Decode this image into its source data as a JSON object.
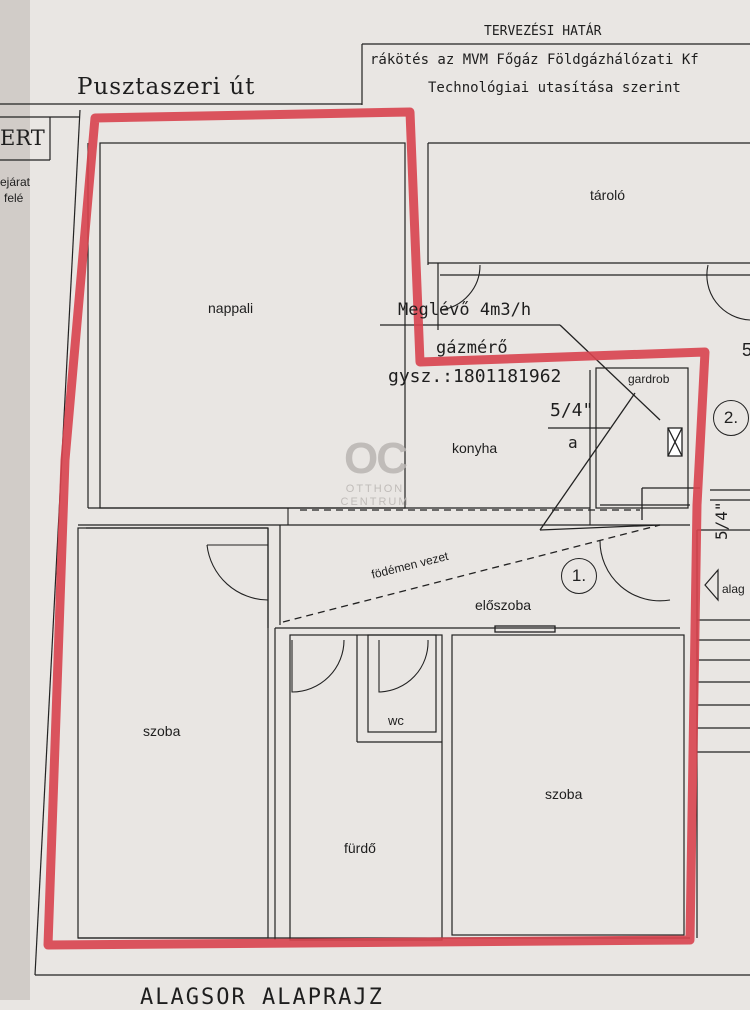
{
  "header": {
    "line1": "TERVEZÉSI HATÁR",
    "line2": "rákötés az MVM Főgáz Földgázhálózati Kf",
    "line3": "Technológiai utasítása szerint"
  },
  "street": "Pusztaszeri út",
  "left_edge": {
    "ert": "ERT",
    "bejarat": "ejárat",
    "fele": "felé"
  },
  "rooms": {
    "nappali": "nappali",
    "tarolo": "tároló",
    "konyha": "konyha",
    "gardrob": "gardrob",
    "eloszoba": "előszoba",
    "szoba_left": "szoba",
    "szoba_right": "szoba",
    "wc": "wc",
    "furdo": "fürdő"
  },
  "gas_meter": {
    "line1": "Meglévő 4m3/h",
    "line2": "gázmérő",
    "line3": "gysz.:1801181962",
    "pipe_size": "5/4\"",
    "pipe_letter": "a",
    "ceiling_pipe": "födémen vezet"
  },
  "markers": {
    "one": "1.",
    "two": "2.",
    "right_size": "5/4\"",
    "right_five": "5",
    "right_alag": "alag"
  },
  "logo": {
    "mark": "OC",
    "line1": "OTTHON",
    "line2": "CENTRUM"
  },
  "footer": "ALAGSOR ALAPRAJZ",
  "colors": {
    "boundary": "#d8434e",
    "ink": "#1e1e1e",
    "paper": "#e9e6e3"
  }
}
